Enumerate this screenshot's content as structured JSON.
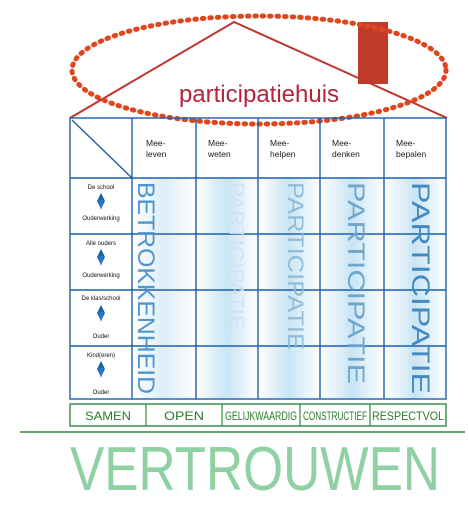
{
  "title": "participatiehuis",
  "columns": [
    {
      "line1": "Mee-",
      "line2": "leven"
    },
    {
      "line1": "Mee-",
      "line2": "weten"
    },
    {
      "line1": "Mee-",
      "line2": "helpen"
    },
    {
      "line1": "Mee-",
      "line2": "denken"
    },
    {
      "line1": "Mee-",
      "line2": "bepalen"
    }
  ],
  "rows": [
    {
      "top": "De school",
      "bottom": "Ouderwerking"
    },
    {
      "top": "Alle ouders",
      "bottom": "Ouderwerking"
    },
    {
      "top": "De klas/school",
      "bottom": "Ouder"
    },
    {
      "top": "Kind(eren)",
      "bottom": "Ouder"
    }
  ],
  "vertical_words": {
    "first": "BETROKKENHEID",
    "repeat": "PARTICIPATIE"
  },
  "values": [
    "SAMEN",
    "OPEN",
    "GELIJKWAARDIG",
    "CONSTRUCTIEF",
    "RESPECTVOL"
  ],
  "foundation": "VERTROUWEN",
  "colors": {
    "grid": "#1f5fa8",
    "roof": "#c0342f",
    "dotted_ellipse": "#e0461e",
    "chimney": "#c23b2a",
    "green": "#2b8a3e",
    "foundation_text": "#8fd1a2",
    "vertical_text": "#4a90c8",
    "shading": "#bfe0f1"
  }
}
